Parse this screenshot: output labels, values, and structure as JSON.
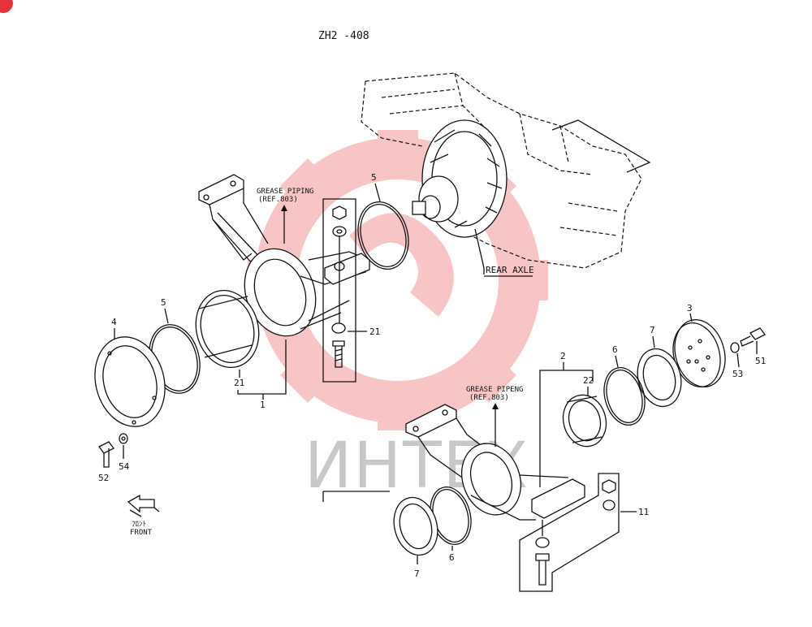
{
  "title": "ZH2 -408",
  "watermark": {
    "text": "ИНТЕХ",
    "color": "#e8323a"
  },
  "labels": {
    "grease_piping_1": "GREASE PIPING",
    "grease_ref_1": "(REF.803)",
    "grease_piping_2": "GREASE PIPENG",
    "grease_ref_2": "(REF.803)",
    "rear_axle": "REAR AXLE",
    "front_jp": "ﾌﾛﾝﾄ",
    "front": "FRONT"
  },
  "callouts": {
    "c1": "1",
    "c2": "2",
    "c3": "3",
    "c4": "4",
    "c5a": "5",
    "c5b": "5",
    "c6a": "6",
    "c6b": "6",
    "c7a": "7",
    "c7b": "7",
    "c11": "11",
    "c21a": "21",
    "c21b": "21",
    "c22": "22",
    "c51": "51",
    "c52": "52",
    "c53": "53",
    "c54": "54"
  },
  "icons": [
    "front-arrow-icon",
    "corner-badge-icon"
  ]
}
